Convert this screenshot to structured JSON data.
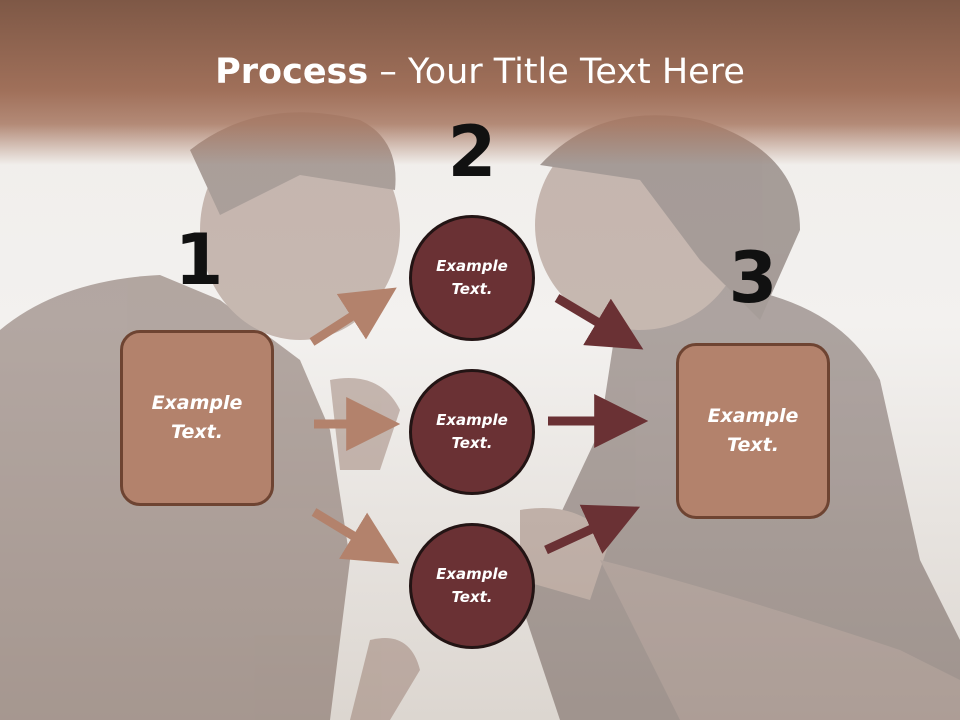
{
  "slide": {
    "title_bold": "Process",
    "title_rest": " – Your Title Text Here"
  },
  "steps": [
    {
      "number": "1",
      "text_line1": "Example",
      "text_line2": "Text."
    },
    {
      "number": "2",
      "items": [
        {
          "text_line1": "Example",
          "text_line2": "Text."
        },
        {
          "text_line1": "Example",
          "text_line2": "Text."
        },
        {
          "text_line1": "Example",
          "text_line2": "Text."
        }
      ]
    },
    {
      "number": "3",
      "text_line1": "Example",
      "text_line2": "Text."
    }
  ],
  "colors": {
    "title_band": "#a0705a",
    "box_fill": "#b3826c",
    "circle_fill": "#6a3134",
    "arrow_light": "#b3826c",
    "arrow_dark": "#6a3134"
  },
  "background": "faded photo of a man and a woman shouting at each other"
}
